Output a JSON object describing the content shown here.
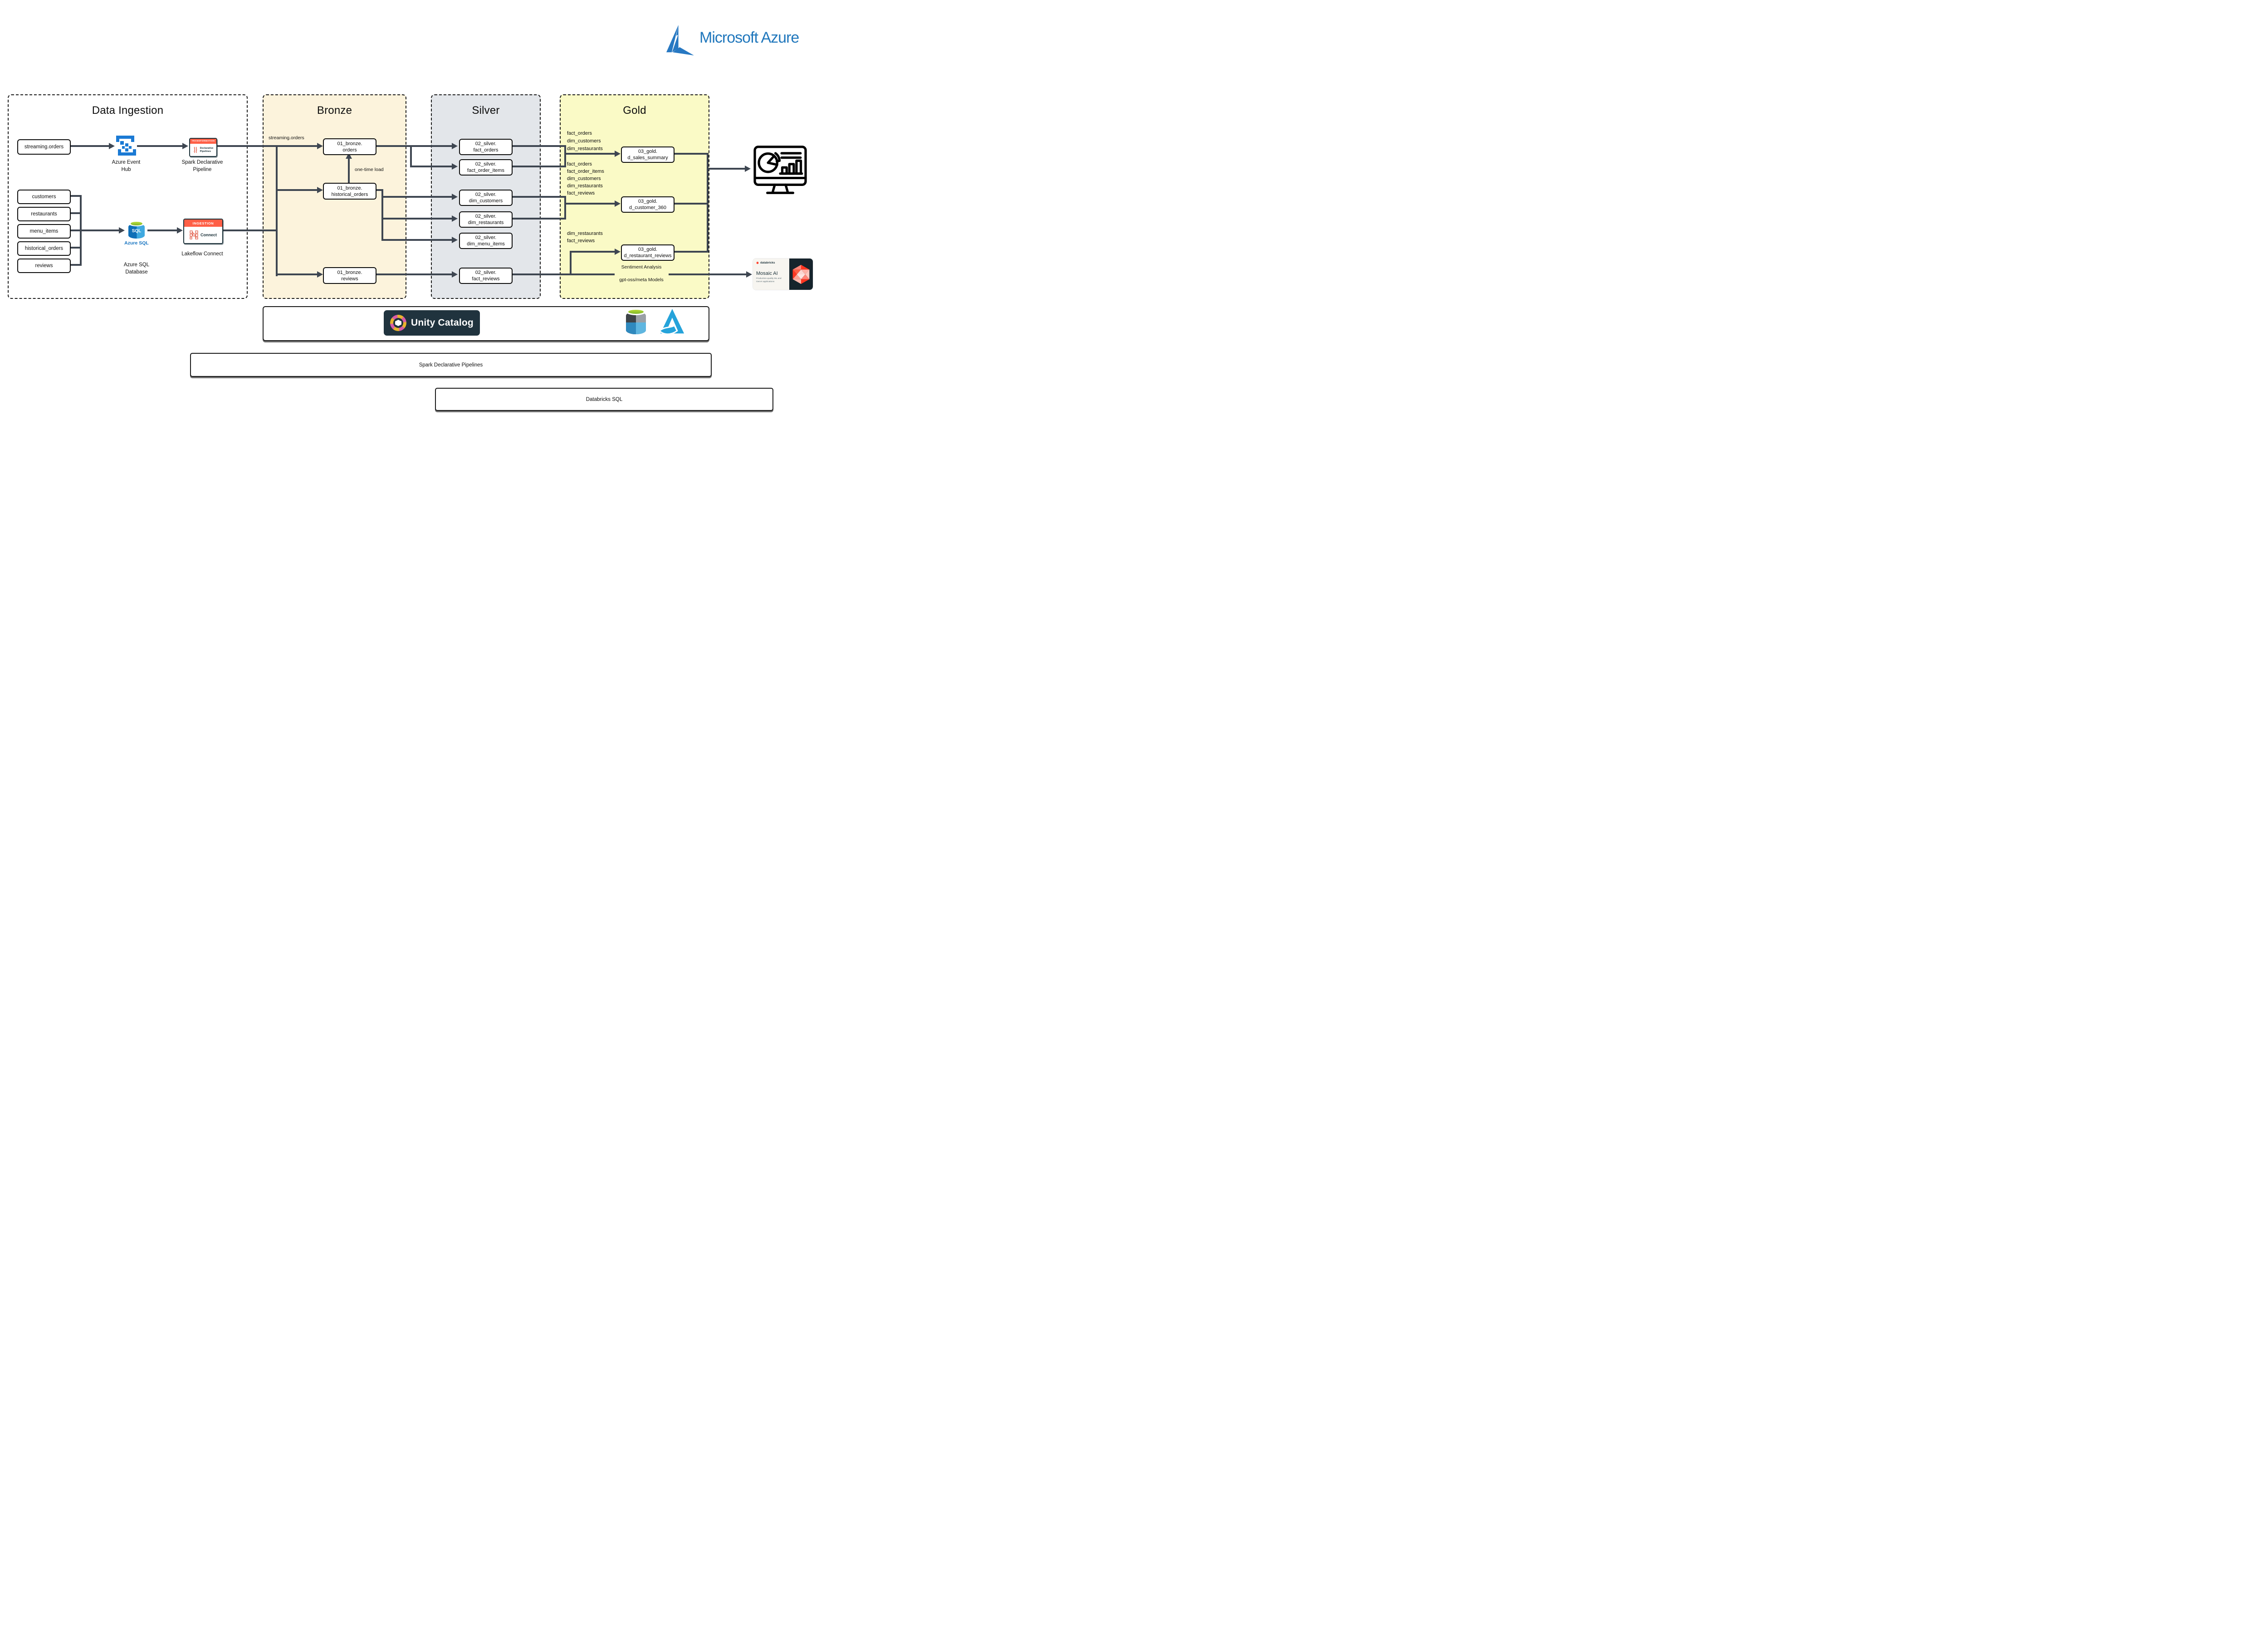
{
  "header": {
    "logo_text": "Microsoft Azure"
  },
  "ingestion": {
    "title": "Data Ingestion",
    "streaming_source": "streaming.orders",
    "sources": [
      "customers",
      "restaurants",
      "menu_items",
      "historical_orders",
      "reviews"
    ],
    "event_hub_label_l1": "Azure Event",
    "event_hub_label_l2": "Hub",
    "spark_card": {
      "header": "TRANSFORMATION",
      "body_l1": "Declarative",
      "body_l2": "Pipelines"
    },
    "spark_label_l1": "Spark Declarative",
    "spark_label_l2": "Pipeline",
    "azure_sql": {
      "icon_text": "SQL",
      "icon_caption": "Azure SQL",
      "label_l1": "Azure SQL",
      "label_l2": "Database"
    },
    "lakeflow_card": {
      "header": "INGESTION",
      "body": "Connect"
    },
    "lakeflow_label": "Lakeflow Connect"
  },
  "bronze": {
    "title": "Bronze",
    "stream_annotation": "streaming.orders",
    "one_time_load": "one-time load",
    "boxes": [
      {
        "l1": "01_bronze.",
        "l2": "orders"
      },
      {
        "l1": "01_bronze.",
        "l2": "historical_orders"
      },
      {
        "l1": "01_bronze.",
        "l2": "reviews"
      }
    ]
  },
  "silver": {
    "title": "Silver",
    "boxes": [
      {
        "l1": "02_silver.",
        "l2": "fact_orders"
      },
      {
        "l1": "02_silver.",
        "l2": "fact_order_items"
      },
      {
        "l1": "02_silver.",
        "l2": "dim_customers"
      },
      {
        "l1": "02_silver.",
        "l2": "dim_restaurants"
      },
      {
        "l1": "02_silver.",
        "l2": "dim_menu_items"
      },
      {
        "l1": "02_silver.",
        "l2": "fact_reviews"
      }
    ]
  },
  "gold": {
    "title": "Gold",
    "group1": [
      "fact_orders",
      "dim_customers",
      "dim_restaurants"
    ],
    "group2": [
      "fact_orders",
      "fact_order_items",
      "dim_customers",
      "dim_restaurants",
      "fact_reviews"
    ],
    "group3": [
      "dim_restaurants",
      "fact_reviews"
    ],
    "boxes": [
      {
        "l1": "03_gold.",
        "l2": "d_sales_summary"
      },
      {
        "l1": "03_gold.",
        "l2": "d_customer_360"
      },
      {
        "l1": "03_gold.",
        "l2": "d_restaurant_reviews"
      }
    ],
    "sentiment_l1": "Sentiment Analysis",
    "sentiment_l2": "gpt-oss/meta Models"
  },
  "unity_bar": {
    "label": "Unity Catalog"
  },
  "pipelines_bar": {
    "label": "Spark Declarative Pipelines"
  },
  "sql_bar": {
    "label": "Databricks SQL"
  },
  "mosaic_card": {
    "brand": "databricks",
    "title": "Mosaic AI",
    "subtitle_l1": "Production-quality ML and",
    "subtitle_l2": "GenAI applications"
  },
  "colors": {
    "bronze_bg": "#FCF3DC",
    "silver_bg": "#E3E6EA",
    "gold_bg": "#FAFAC6",
    "connector": "#3E4651",
    "accent_red": "#FF5F46",
    "azure_blue": "#2077BC",
    "unity_dark": "#20333E"
  }
}
